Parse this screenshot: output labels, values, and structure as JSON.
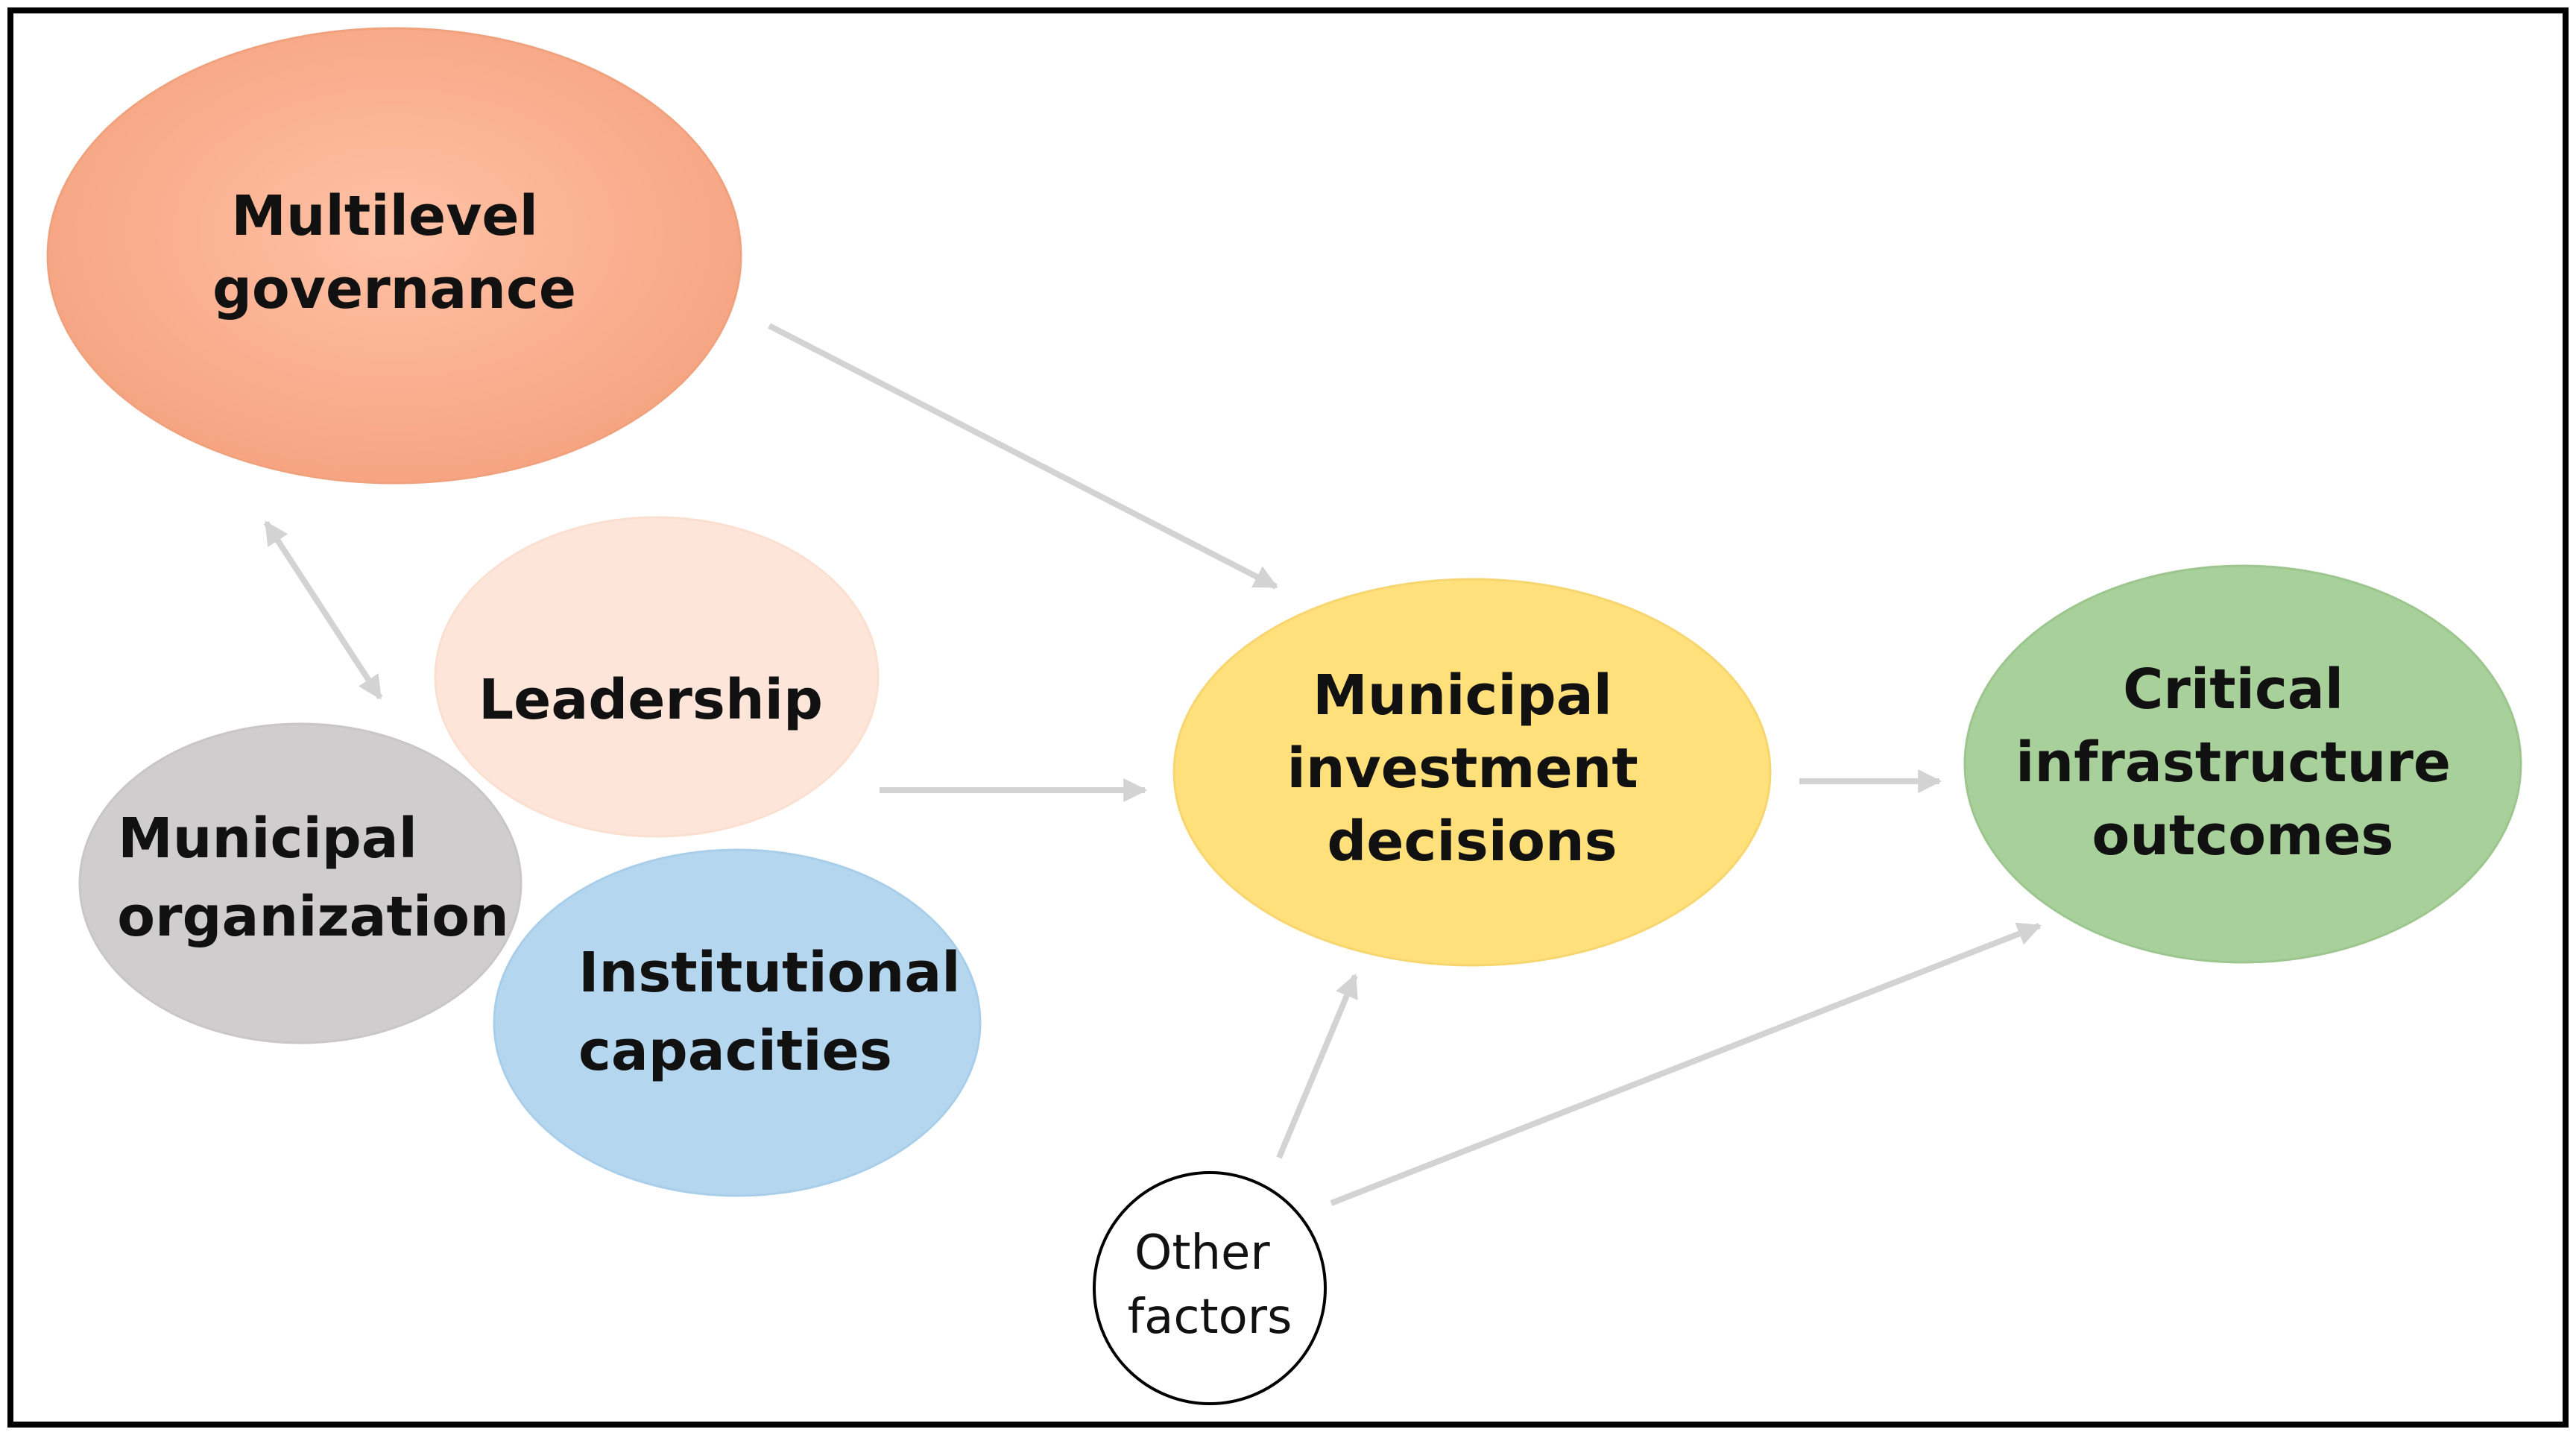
{
  "nodes": {
    "multilevel_governance": {
      "lines": [
        "Multilevel",
        "governance"
      ],
      "fill": "#F5A17E",
      "fill_light": "#FFC2A6",
      "stroke": "#F0A27E"
    },
    "leadership": {
      "lines": [
        "Leadership"
      ],
      "fill": "#FDE5DA",
      "stroke": "#FBE0D2"
    },
    "municipal_organization": {
      "lines": [
        "Municipal",
        "organization"
      ],
      "fill": "#D0CDCE",
      "stroke": "#C9C6C7"
    },
    "institutional_capacities": {
      "lines": [
        "Institutional",
        "capacities"
      ],
      "fill": "#B5D6EF",
      "stroke": "#A9CEEA"
    },
    "municipal_investment_decisions": {
      "lines": [
        "Municipal",
        "investment",
        "decisions"
      ],
      "fill": "#FFE07A",
      "stroke": "#F7D66F"
    },
    "critical_infrastructure_outcomes": {
      "lines": [
        "Critical",
        "infrastructure",
        "outcomes"
      ],
      "fill": "#A8D09B",
      "stroke": "#9CC68E"
    },
    "other_factors": {
      "lines": [
        "Other",
        "factors"
      ],
      "fill": "#FFFFFF",
      "stroke": "#000000"
    }
  },
  "colors": {
    "arrow": "#D3D3D3",
    "frame": "#000000",
    "background": "#FFFFFF"
  }
}
